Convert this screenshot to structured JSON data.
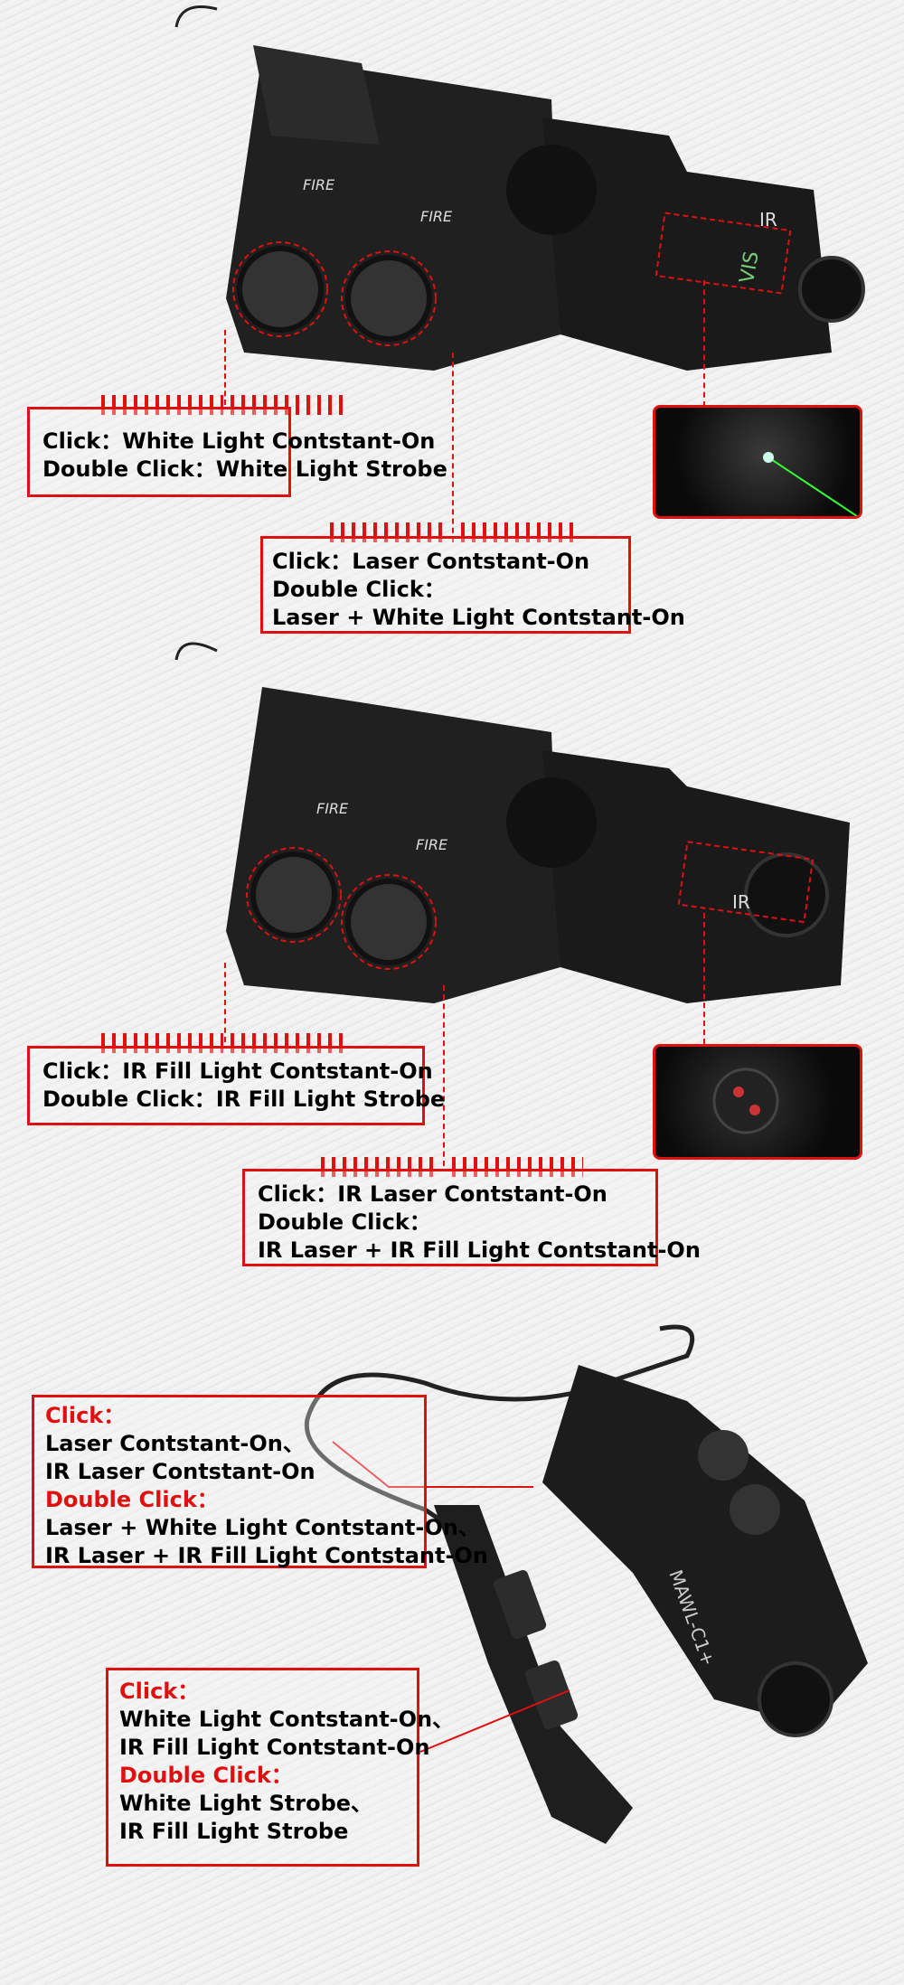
{
  "section1": {
    "left_box": {
      "line1_label": "Click：",
      "line1_value": "White Light Contstant-On",
      "line2_label": "Double Click：",
      "line2_value": "White Light Strobe"
    },
    "right_box": {
      "line1_label": "Click：",
      "line1_value": "Laser Contstant-On",
      "line2_label": "Double Click：",
      "line3": "Laser + White Light Contstant-On"
    },
    "device_labels": {
      "fire": "FIRE",
      "ir": "IR",
      "vis": "VIS"
    }
  },
  "section2": {
    "left_box": {
      "line1_label": "Click：",
      "line1_value": "IR Fill Light Contstant-On",
      "line2_label": "Double Click：",
      "line2_value": "IR Fill Light Strobe"
    },
    "right_box": {
      "line1_label": "Click：",
      "line1_value": "IR Laser Contstant-On",
      "line2_label": "Double Click：",
      "line3": "IR Laser + IR Fill Light Contstant-On"
    }
  },
  "section3": {
    "upper_box": {
      "click_label": "Click：",
      "click_lines": [
        "Laser Contstant-On、",
        "IR Laser Contstant-On"
      ],
      "double_label": "Double Click：",
      "double_lines": [
        "Laser + White Light Contstant-On、",
        "IR Laser + IR Fill Light Contstant-On"
      ]
    },
    "lower_box": {
      "click_label": "Click：",
      "click_lines": [
        "White Light Contstant-On、",
        "IR Fill Light Contstant-On"
      ],
      "double_label": "Double Click：",
      "double_lines": [
        "White Light Strobe、",
        "IR Fill Light Strobe"
      ]
    },
    "device_model": "MAWL-C1+"
  },
  "colors": {
    "accent": "#e01010",
    "device": "#1e1e1e"
  }
}
